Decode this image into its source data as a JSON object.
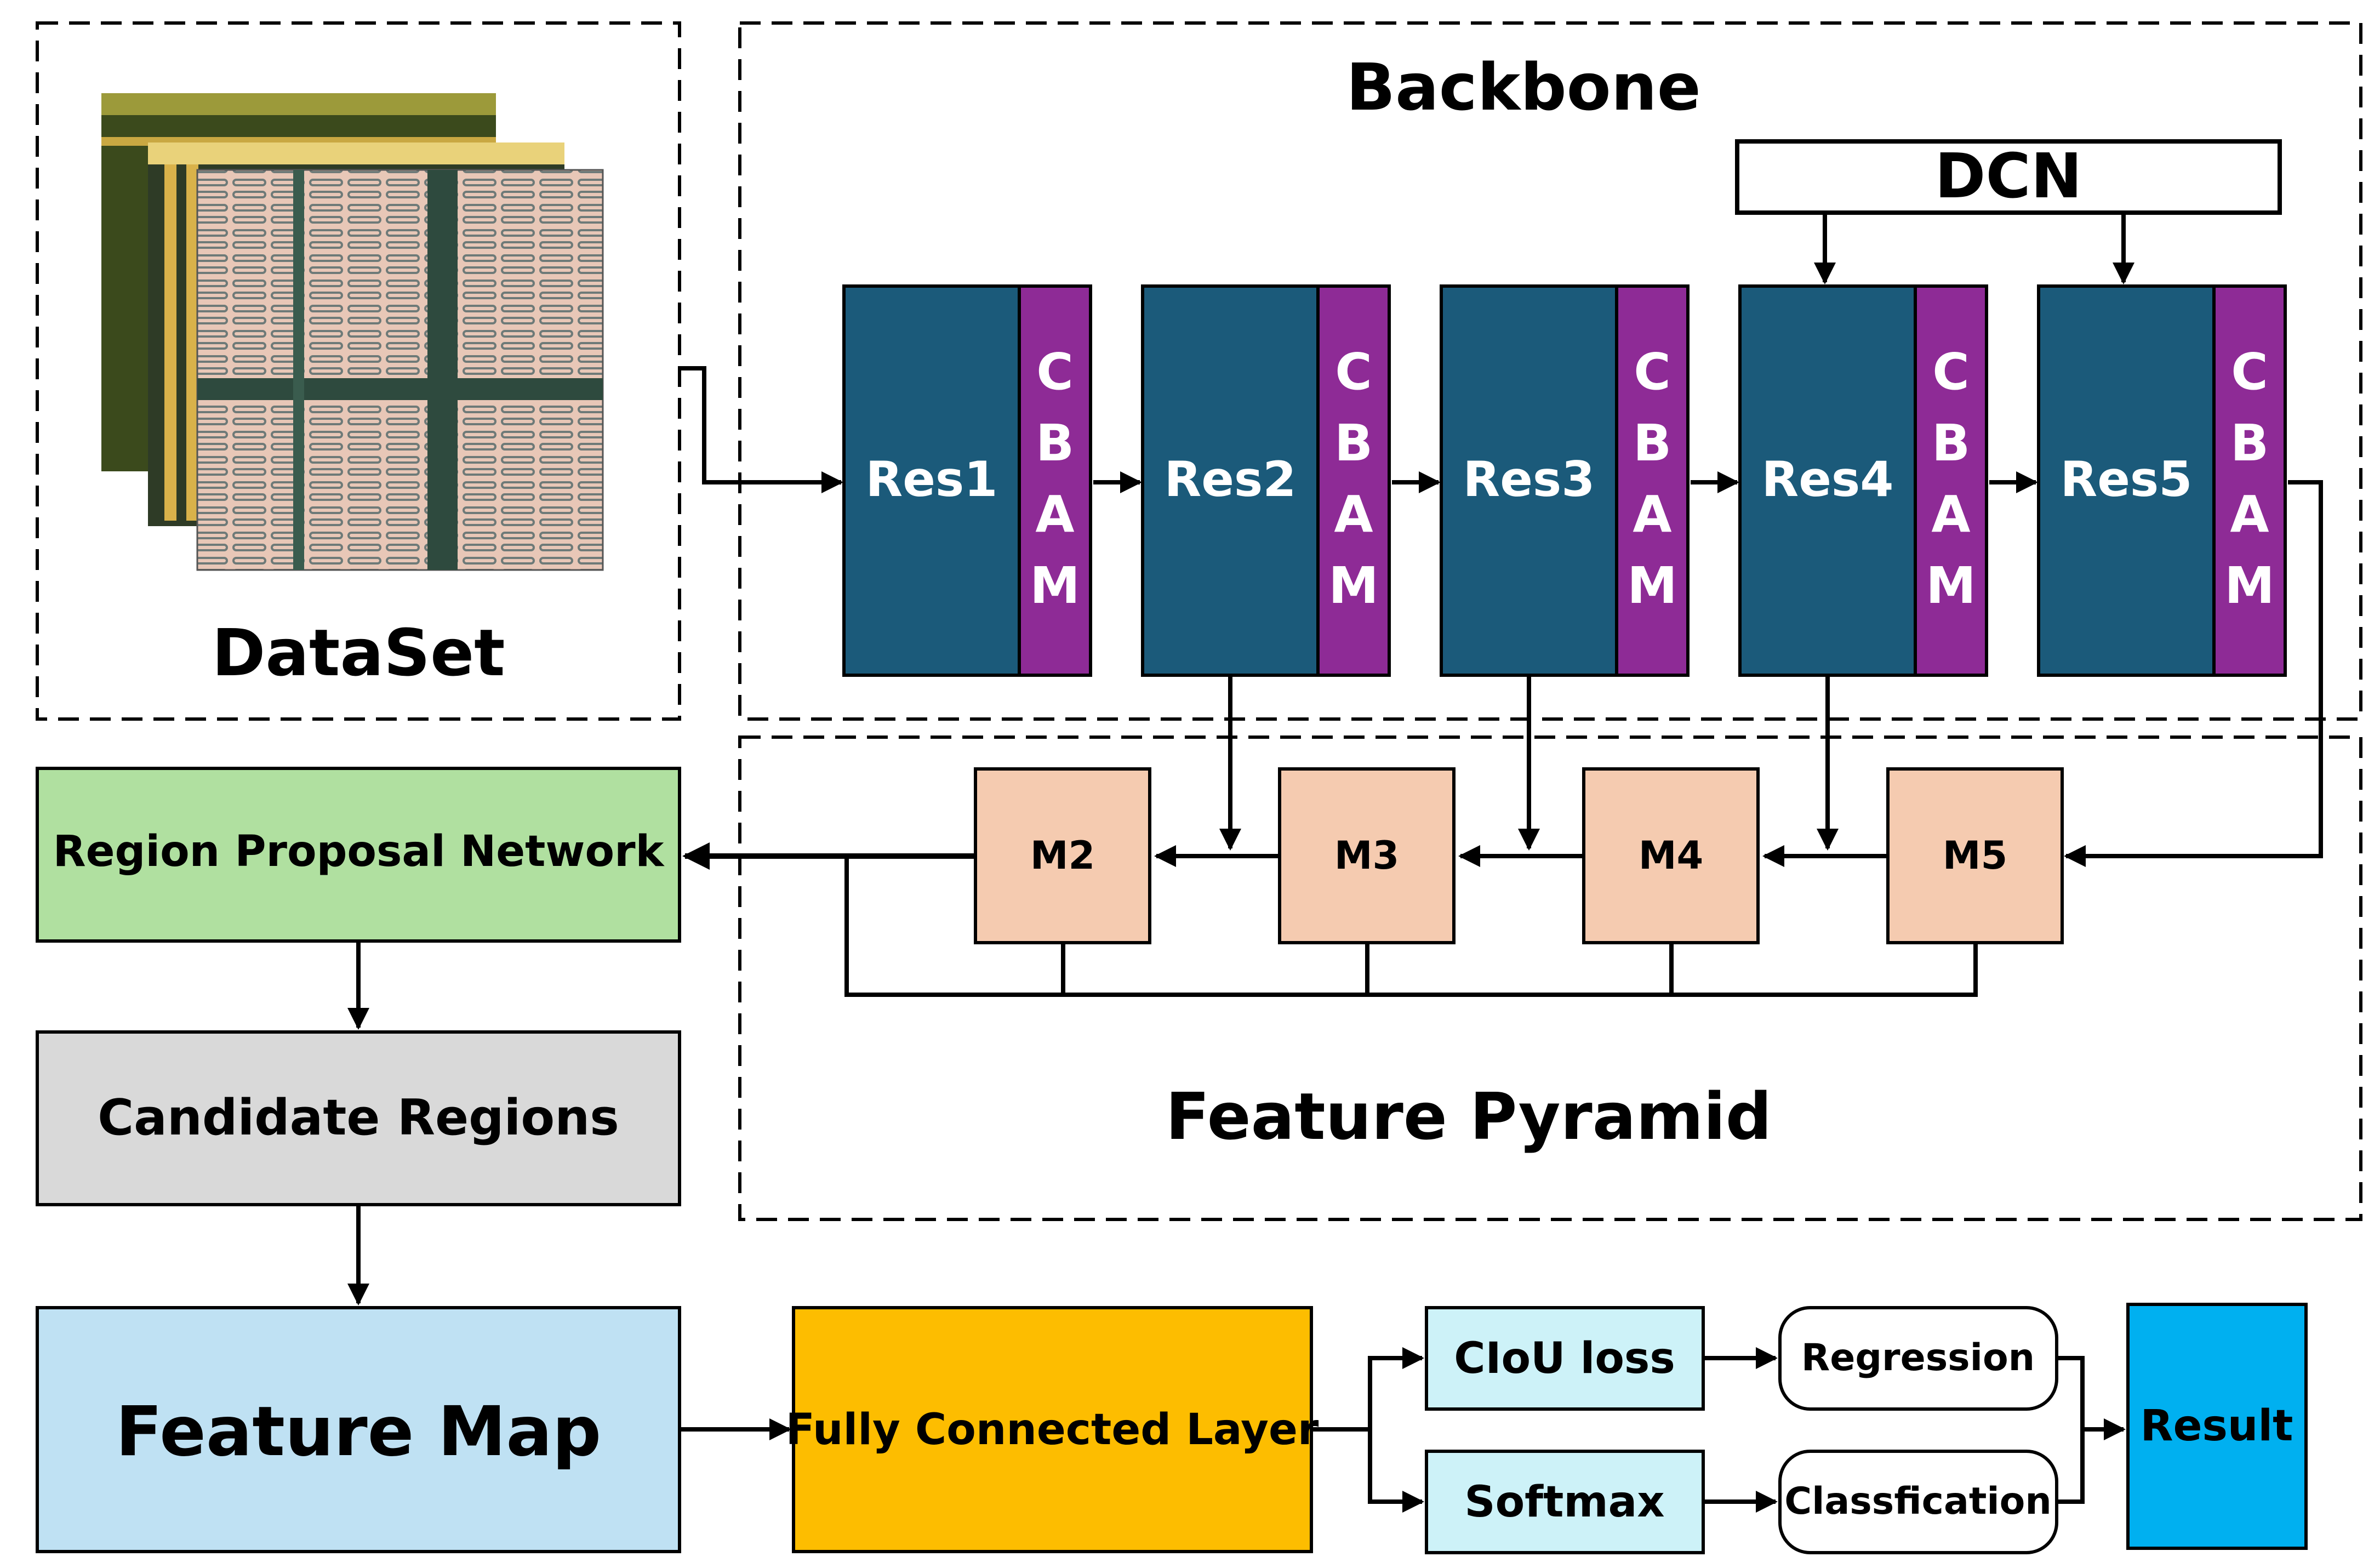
{
  "sections": {
    "dataset": "DataSet",
    "backbone": "Backbone",
    "feature_pyramid": "Feature Pyramid"
  },
  "dcn": "DCN",
  "attention": [
    "C",
    "B",
    "A",
    "M"
  ],
  "res_blocks": [
    "Res1",
    "Res2",
    "Res3",
    "Res4",
    "Res5"
  ],
  "merge_blocks": [
    "M2",
    "M3",
    "M4",
    "M5"
  ],
  "pipeline": {
    "rpn": "Region Proposal Network",
    "candidate": "Candidate Regions",
    "feature_map": "Feature Map",
    "fc": "Fully Connected Layer",
    "ciou": "CIoU loss",
    "softmax": "Softmax",
    "regression": "Regression",
    "classification": "Classfication",
    "result": "Result"
  },
  "colors": {
    "res": "#1b5a7a",
    "cbam": "#8e2b96",
    "merge": "#f5cbb0",
    "rpn": "#b0e0a0",
    "candidate": "#d9d9d9",
    "feature_map": "#bfe1f3",
    "fc": "#fdbd00",
    "loss": "#cdf2f8",
    "result": "#00b0f0"
  }
}
